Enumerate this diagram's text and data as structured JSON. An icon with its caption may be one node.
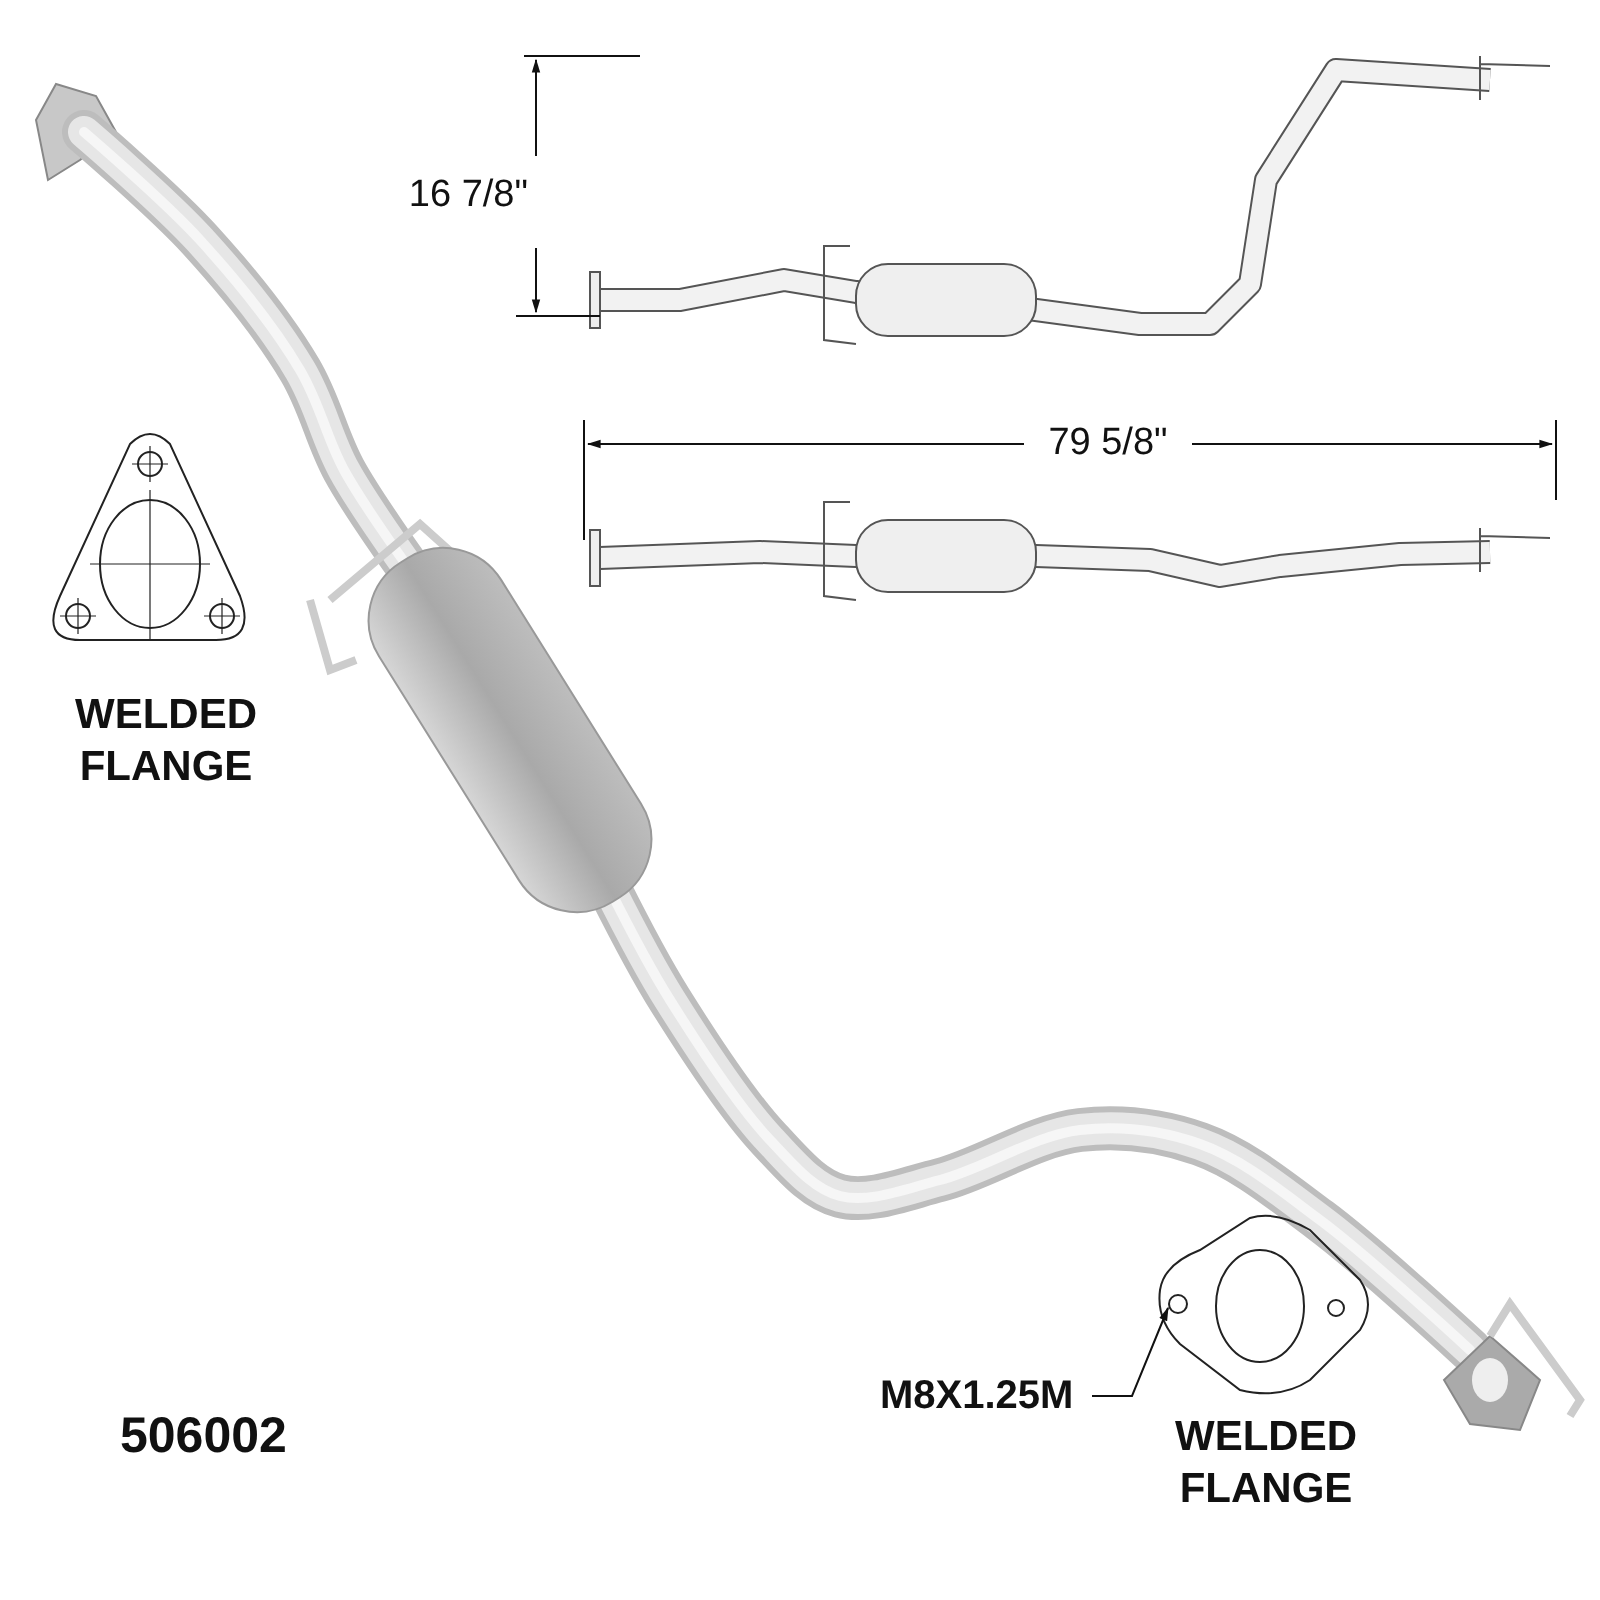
{
  "diagram": {
    "nodes": [
      {
        "text": [
          "M8X1.25M"
        ]
      },
      {
        "text": [],
        "shape": "circle"
      }
    ],
    "edges": [
      {
        "from": 0,
        "to": 1,
        "arrow": "to"
      }
    ],
    "labels": [
      "16 7/8\"",
      "79 5/8\"",
      "WELDED FLANGE",
      "WELDED FLANGE",
      "506002"
    ]
  }
}
